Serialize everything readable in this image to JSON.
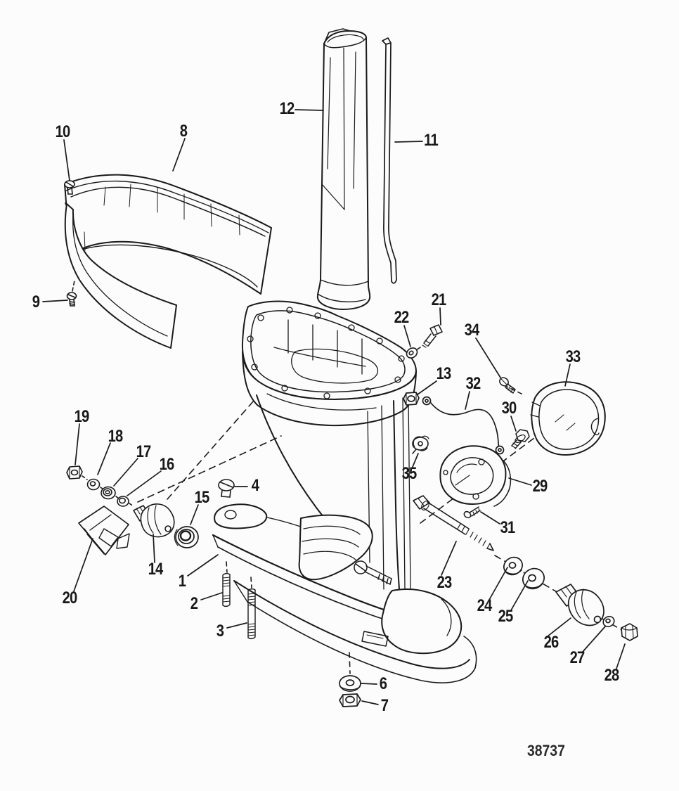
{
  "figure": {
    "drawing_number": "38737"
  },
  "colors": {
    "ink": "#1a1a1a",
    "paper": "#fcfcfc"
  },
  "callouts": [
    {
      "label": "1"
    },
    {
      "label": "2"
    },
    {
      "label": "3"
    },
    {
      "label": "4"
    },
    {
      "label": "6"
    },
    {
      "label": "7"
    },
    {
      "label": "8"
    },
    {
      "label": "9"
    },
    {
      "label": "10"
    },
    {
      "label": "11"
    },
    {
      "label": "12"
    },
    {
      "label": "13"
    },
    {
      "label": "14"
    },
    {
      "label": "15"
    },
    {
      "label": "16"
    },
    {
      "label": "17"
    },
    {
      "label": "18"
    },
    {
      "label": "19"
    },
    {
      "label": "20"
    },
    {
      "label": "21"
    },
    {
      "label": "22"
    },
    {
      "label": "23"
    },
    {
      "label": "24"
    },
    {
      "label": "25"
    },
    {
      "label": "26"
    },
    {
      "label": "27"
    },
    {
      "label": "28"
    },
    {
      "label": "29"
    },
    {
      "label": "30"
    },
    {
      "label": "31"
    },
    {
      "label": "32"
    },
    {
      "label": "33"
    },
    {
      "label": "34"
    },
    {
      "label": "35"
    }
  ]
}
